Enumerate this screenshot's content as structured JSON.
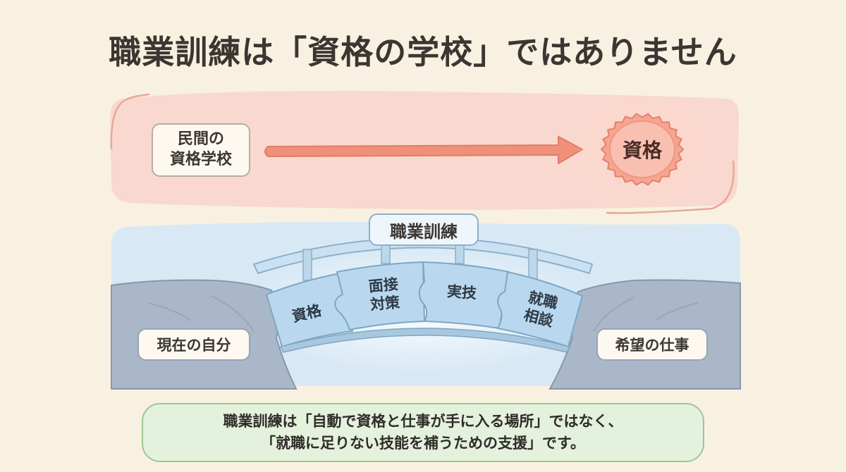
{
  "title": "職業訓練は「資格の学校」ではありません",
  "top_panel": {
    "source_line1": "民間の",
    "source_line2": "資格学校",
    "target": "資格",
    "colors": {
      "panel": "#f9d8cf",
      "arrow": "#f0907a",
      "badge": "#f6a591"
    }
  },
  "bridge": {
    "label": "職業訓練",
    "pieces": [
      {
        "line1": "資格",
        "line2": ""
      },
      {
        "line1": "面接",
        "line2": "対策"
      },
      {
        "line1": "実技",
        "line2": ""
      },
      {
        "line1": "就職",
        "line2": "相談"
      }
    ],
    "left_cliff_label": "現在の自分",
    "right_cliff_label": "希望の仕事",
    "colors": {
      "water": "#d8e9f5",
      "piece": "#b9d8ef",
      "cliff": "#a9b7c9"
    }
  },
  "bottom_message": {
    "line1": "職業訓練は「自動で資格と仕事が手に入る場所」ではなく、",
    "line2": "「就職に足りない技能を補うための支援」です。"
  }
}
